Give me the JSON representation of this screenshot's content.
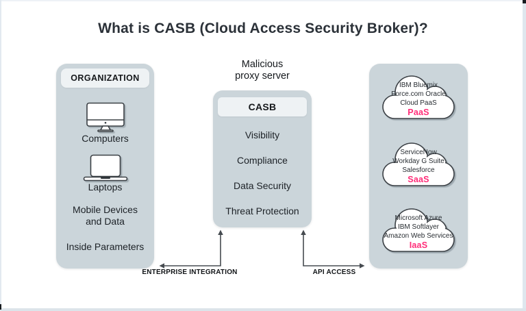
{
  "title": "What is CASB (Cloud Access Security Broker)?",
  "colors": {
    "panel_background": "#cbd5da",
    "header_box_background": "#eef2f4",
    "accent_pink": "#ff2c78",
    "outline_dark": "#3b4045"
  },
  "organization": {
    "header": "ORGANIZATION",
    "items": [
      {
        "icon": "desktop-computer-icon",
        "label": "Computers"
      },
      {
        "icon": "laptop-icon",
        "label": "Laptops"
      },
      {
        "icon": null,
        "label": "Mobile Devices and Data"
      },
      {
        "icon": null,
        "label": "Inside Parameters"
      }
    ]
  },
  "proxy": {
    "caption": "Malicious proxy server",
    "header": "CASB",
    "items": [
      "Visibility",
      "Compliance",
      "Data Security",
      "Threat Protection"
    ]
  },
  "clouds": [
    {
      "lines": [
        "IBM Bluemix",
        "Force.com Oracle",
        "Cloud PaaS"
      ],
      "tag": "PaaS"
    },
    {
      "lines": [
        "ServiceNow",
        "Workday G Suite",
        "Salesforce"
      ],
      "tag": "SaaS"
    },
    {
      "lines": [
        "Microsoft Azure",
        "IBM Softlayer",
        "Amazon Web Services"
      ],
      "tag": "IaaS"
    }
  ],
  "connectors": [
    {
      "label": "ENTERPRISE INTEGRATION"
    },
    {
      "label": "API ACCESS"
    }
  ]
}
